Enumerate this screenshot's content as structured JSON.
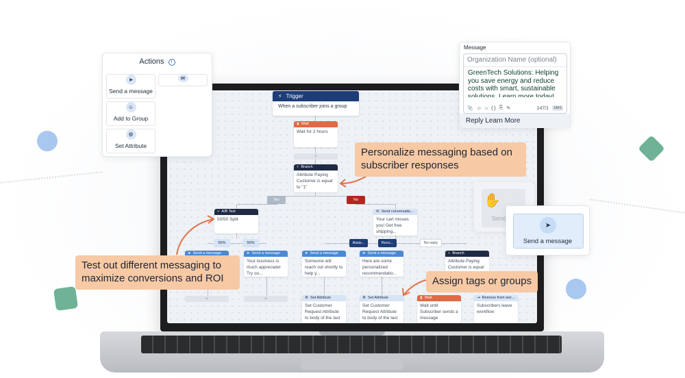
{
  "colors": {
    "accent": "#1d3d78",
    "callout": "#f7c9a4",
    "wait": "#e06a45",
    "send": "#4a88d4",
    "no": "#b3261e"
  },
  "actions_panel": {
    "title": "Actions",
    "items": [
      "Send a message",
      "Add to Group",
      "Set Attribute"
    ]
  },
  "message_panel": {
    "label": "Message",
    "org_placeholder": "Organization Name (optional)",
    "body": "GreenTech Solutions: Helping you save energy and reduce costs with smart, sustainable solutions. Learn more today!",
    "char_count": "147/1",
    "channel": "SMS",
    "footer": "Reply Learn More"
  },
  "send_card": {
    "label": "Send a message",
    "ghost_label": "Send"
  },
  "callouts": {
    "personalize": "Personalize messaging based on subscriber responses",
    "test": "Test out different messaging to maximize conversions and ROI",
    "assign": "Assign tags or groups"
  },
  "flow": {
    "trigger": {
      "title": "Trigger",
      "desc": "When a subscriber joins a group"
    },
    "wait1": {
      "title": "Wait",
      "desc": "Wait for 2 hours"
    },
    "branch1": {
      "title": "Branch",
      "desc_pre": "Attribute Paying Customer ",
      "desc_em": "is equal",
      "desc_post": " to \"1\""
    },
    "yes": "Yes",
    "no": "No",
    "ab": {
      "title": "A/B Test",
      "desc": "50/50 Split"
    },
    "pct_a": "50%",
    "pct_b": "50%",
    "send_conv": {
      "title": "Send conversatio...",
      "desc": "Your cart misses you! Get free shipping..."
    },
    "assist": "Assis...",
    "reco": "Reco...",
    "noreply": "No reply",
    "send_a": {
      "title": "Send a message",
      "desc": ""
    },
    "send_b": {
      "title": "Send a message",
      "desc": "Your business is much appreciate! Try ou..."
    },
    "send_c": {
      "title": "Send a message",
      "desc": "Someone will reach out shortly to help y..."
    },
    "send_d": {
      "title": "Send a message",
      "desc": "Here are some personalized recommendatio..."
    },
    "branch2": {
      "title": "Branch",
      "desc_pre": "Attribute Paying Customer ",
      "desc_em": "is equal"
    },
    "setattr_a": {
      "title": "Set Attribute",
      "desc": "Set Customer Request Attribute to body of the last"
    },
    "setattr_b": {
      "title": "Set Attribute",
      "desc": "Set Customer Request Attribute to body of the last"
    },
    "wait2": {
      "title": "Wait",
      "desc": "Wait until Subscriber sends a message"
    },
    "remove": {
      "title": "Remove from wor...",
      "desc": "Subscribers leave workflow"
    },
    "plus": "+"
  }
}
